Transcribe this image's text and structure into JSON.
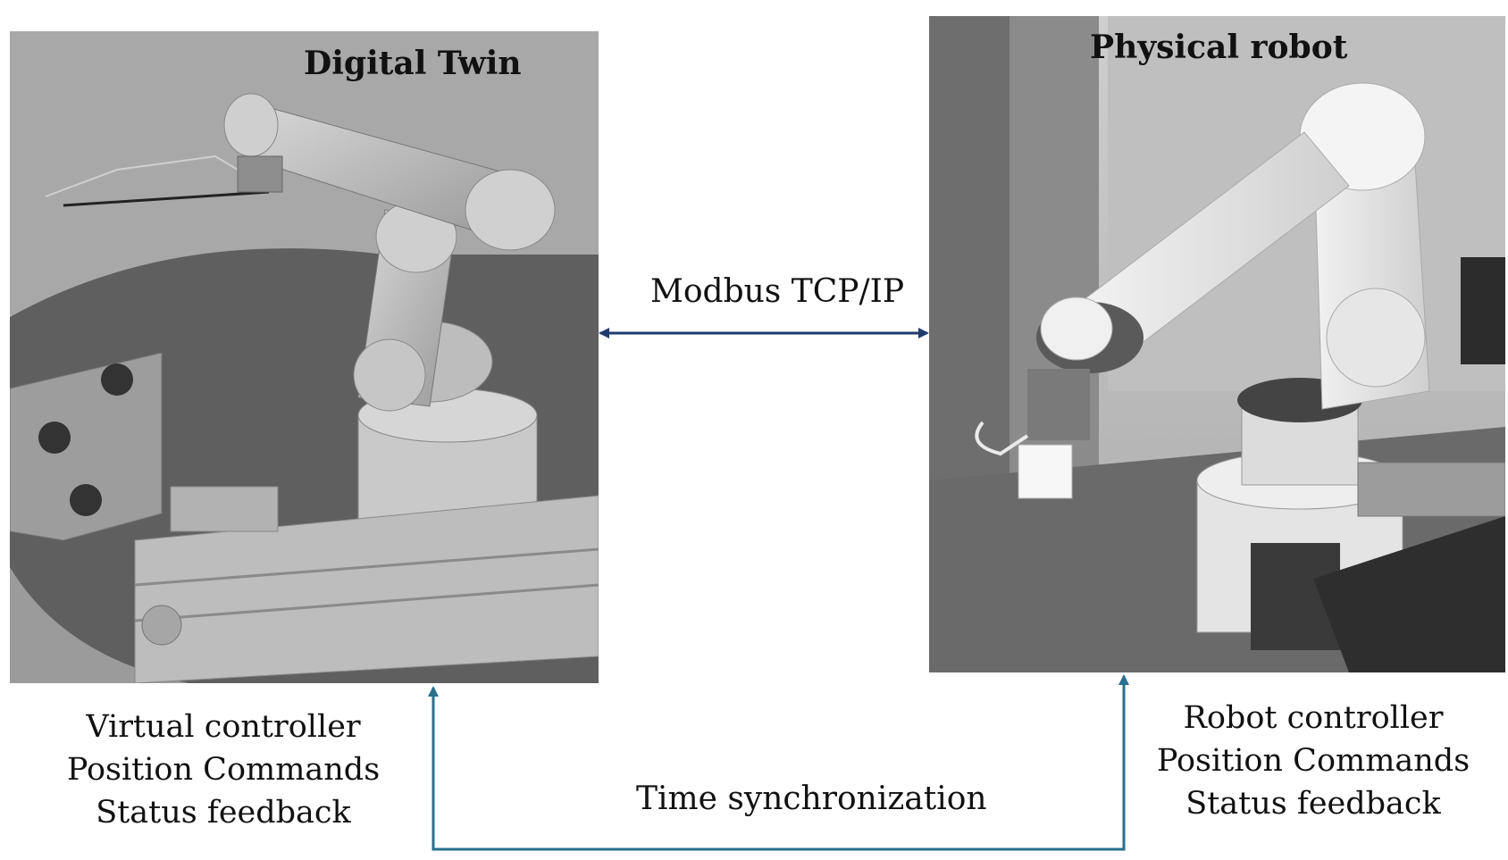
{
  "panels": {
    "digital_twin": {
      "title": "Digital Twin",
      "image": "3d-robot-arm-simulation-render"
    },
    "physical_robot": {
      "title": "Physical robot",
      "image": "industrial-robot-arm-photo"
    }
  },
  "connections": {
    "modbus": {
      "label": "Modbus TCP/IP",
      "color": "#1f3a6e",
      "direction": "bidirectional"
    },
    "time_sync": {
      "label": "Time synchronization",
      "color": "#2a6f8e",
      "direction": "to-both-panels"
    }
  },
  "labels": {
    "digital_twin": [
      "Virtual controller",
      "Position Commands",
      "Status feedback"
    ],
    "physical_robot": [
      "Robot controller",
      "Position Commands",
      "Status feedback"
    ]
  }
}
